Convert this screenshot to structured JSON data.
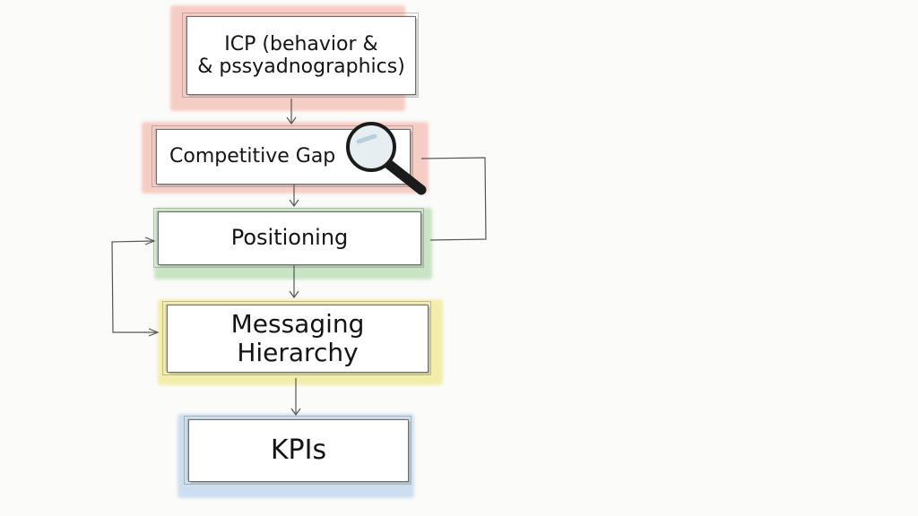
{
  "diagram": {
    "type": "hand-drawn flowchart",
    "nodes": [
      {
        "id": "icp",
        "label_line1": "ICP (behavior &",
        "label_line2": "& pssyadnographics)",
        "highlight": "#f2a999"
      },
      {
        "id": "competitive-gap",
        "label": "Competitive Gap",
        "highlight": "#f2a999",
        "icon": "magnifying-glass-icon"
      },
      {
        "id": "positioning",
        "label": "Positioning",
        "highlight": "#9fd39a"
      },
      {
        "id": "messaging-hierarchy",
        "label": "Messaging Hierarchy",
        "highlight": "#ece36a"
      },
      {
        "id": "kpis",
        "label": "KPIs",
        "highlight": "#a9c9e6"
      }
    ],
    "edges": [
      {
        "from": "icp",
        "to": "competitive-gap"
      },
      {
        "from": "competitive-gap",
        "to": "positioning"
      },
      {
        "from": "positioning",
        "to": "messaging-hierarchy"
      },
      {
        "from": "messaging-hierarchy",
        "to": "kpis"
      },
      {
        "from": "competitive-gap",
        "to": "positioning",
        "route": "right-loop"
      },
      {
        "from": "messaging-hierarchy",
        "to": "positioning",
        "route": "left-loop"
      }
    ]
  }
}
